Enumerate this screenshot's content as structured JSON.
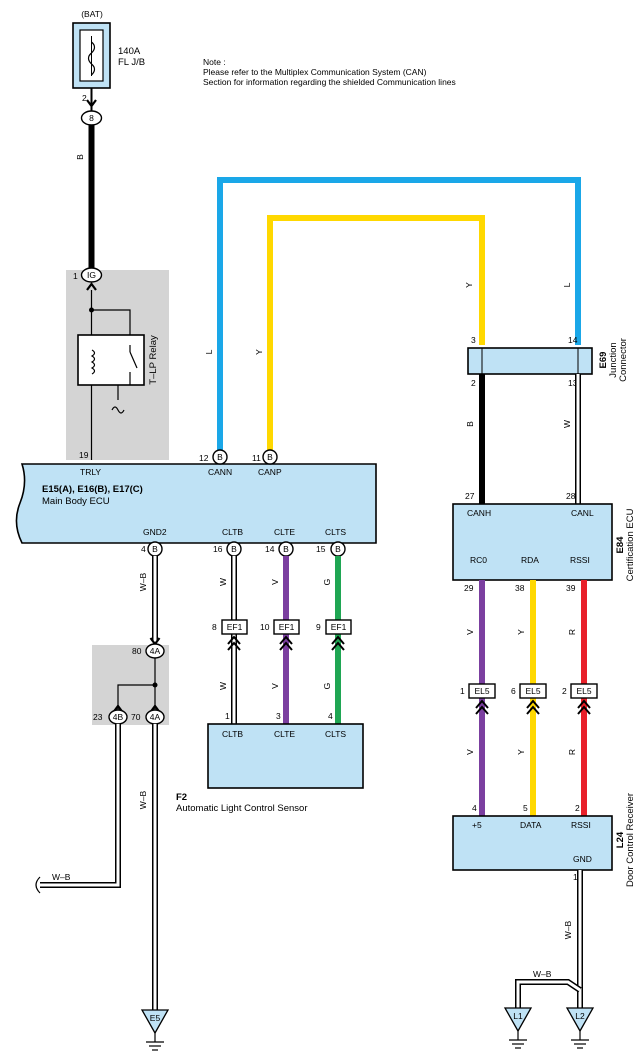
{
  "power": {
    "source": "(BAT)",
    "fuse_amp": "140A",
    "fuse_loc": "FL J/B"
  },
  "note": {
    "line1": "Note :",
    "line2": "Please refer to the Multiplex Communication System (CAN)",
    "line3": "Section for information regarding the shielded Communication lines"
  },
  "wire_colors": {
    "B": "#000000",
    "L": "#1aa7e8",
    "Y": "#ffd800",
    "V": "#7b3fa0",
    "G": "#1fa653",
    "R": "#e8202a",
    "W": "#ffffff"
  },
  "wire_labels": {
    "b": "B",
    "l": "L",
    "y": "Y",
    "w": "W",
    "v": "V",
    "g": "G",
    "r": "R",
    "wb": "W–B"
  },
  "connectors": {
    "i8": "8",
    "ig": "IG",
    "b": "B",
    "ef1": "EF1",
    "el5": "EL5",
    "c4a": "4A",
    "c4b": "4B",
    "e5": "E5",
    "l1": "L1",
    "l2": "L2"
  },
  "pins": {
    "p2": "2",
    "p1": "1",
    "p19": "19",
    "p12": "12",
    "p11": "11",
    "p4": "4",
    "p16": "16",
    "p14": "14",
    "p15": "15",
    "p8": "8",
    "p10": "10",
    "p9": "9",
    "p80": "80",
    "p23": "23",
    "p70": "70",
    "c_p1": "1",
    "c_p3": "3",
    "c_p4": "4",
    "j3": "3",
    "j14": "14",
    "j2": "2",
    "j13": "13",
    "e27": "27",
    "e28": "28",
    "e29": "29",
    "e38": "38",
    "e39": "39",
    "el1": "1",
    "el6": "6",
    "el2": "2",
    "d4": "4",
    "d5": "5",
    "d2": "2",
    "d1": "1"
  },
  "relay": {
    "name": "T–LP Relay"
  },
  "main_ecu": {
    "codes": "E15(A), E16(B), E17(C)",
    "name": "Main Body ECU",
    "trly": "TRLY",
    "cann": "CANN",
    "canp": "CANP",
    "gnd2": "GND2",
    "cltb": "CLTB",
    "clte": "CLTE",
    "clts": "CLTS"
  },
  "sensor": {
    "code": "F2",
    "name": "Automatic Light Control Sensor",
    "cltb": "CLTB",
    "clte": "CLTE",
    "clts": "CLTS"
  },
  "junction": {
    "code": "E69",
    "name_line1": "Junction",
    "name_line2": "Connector"
  },
  "cert_ecu": {
    "code": "E84",
    "name": "Certification ECU",
    "canh": "CANH",
    "canl": "CANL",
    "rc0": "RC0",
    "rda": "RDA",
    "rssi": "RSSI"
  },
  "door_rcv": {
    "code": "L24",
    "name": "Door Control Receiver",
    "plus5": "+5",
    "data": "DATA",
    "rssi": "RSSI",
    "gnd": "GND"
  }
}
